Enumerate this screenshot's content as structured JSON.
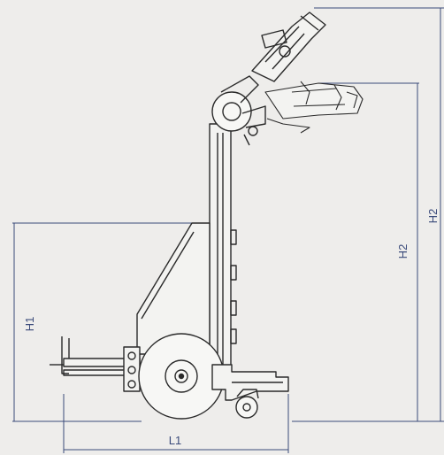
{
  "diagram": {
    "labels": {
      "h1": "H1",
      "h2": "H2",
      "h2_edge": "H2",
      "l1": "L1"
    },
    "colors": {
      "background": "#eeedeb",
      "line": "#2a2a2a",
      "dimension": "#3a4a7a"
    }
  }
}
